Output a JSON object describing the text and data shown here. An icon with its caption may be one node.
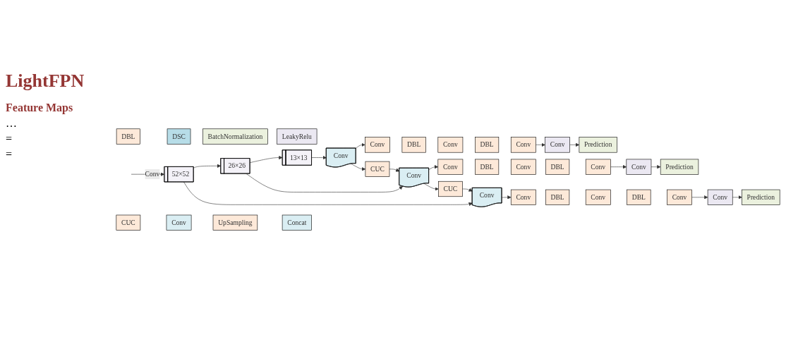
{
  "diagram": {
    "title": "LightFPN",
    "nodes": [
      {
        "text": [
          "52×52"
        ]
      },
      {
        "text": [
          "26×26"
        ]
      },
      {
        "text": [
          "13×13"
        ]
      },
      {
        "text": [
          "Conv"
        ]
      },
      {
        "text": [
          "Conv"
        ]
      },
      {
        "text": [
          "DBL"
        ]
      },
      {
        "text": [
          "Conv"
        ]
      },
      {
        "text": [
          "DBL"
        ]
      },
      {
        "text": [
          "Conv"
        ]
      },
      {
        "text": [
          "Conv"
        ]
      },
      {
        "text": [
          "Prediction"
        ]
      },
      {
        "text": [
          "CUC"
        ]
      },
      {
        "text": [
          "Conv"
        ]
      },
      {
        "text": [
          "Conv"
        ]
      },
      {
        "text": [
          "DBL"
        ]
      },
      {
        "text": [
          "Conv"
        ]
      },
      {
        "text": [
          "DBL"
        ]
      },
      {
        "text": [
          "Conv"
        ]
      },
      {
        "text": [
          "Conv"
        ]
      },
      {
        "text": [
          "Prediction"
        ]
      },
      {
        "text": [
          "CUC"
        ]
      },
      {
        "text": [
          "Conv"
        ]
      },
      {
        "text": [
          "Conv"
        ]
      },
      {
        "text": [
          "DBL"
        ]
      },
      {
        "text": [
          "Conv"
        ]
      },
      {
        "text": [
          "DBL"
        ]
      },
      {
        "text": [
          "Conv"
        ]
      },
      {
        "text": [
          "Conv"
        ]
      },
      {
        "text": [
          "Prediction"
        ]
      },
      {
        "text": [
          "DBL"
        ]
      },
      {
        "text": [
          "DSC"
        ]
      },
      {
        "text": [
          "BatchNormalization"
        ]
      },
      {
        "text": [
          "LeakyRelu"
        ]
      },
      {
        "text": [
          "CUC"
        ]
      },
      {
        "text": [
          "Conv"
        ]
      },
      {
        "text": [
          "UpSampling"
        ]
      },
      {
        "text": [
          "Concat"
        ]
      }
    ],
    "edges": [
      {
        "from": null,
        "to": 0,
        "arrow": "to",
        "label": "Conv"
      },
      {
        "from": 0,
        "to": 1,
        "arrow": "to"
      },
      {
        "from": 1,
        "to": 2,
        "arrow": "to"
      },
      {
        "from": 2,
        "to": 3,
        "arrow": "to"
      },
      {
        "from": 3,
        "to": 4,
        "arrow": "to"
      },
      {
        "from": 8,
        "to": 9,
        "arrow": "to"
      },
      {
        "from": 9,
        "to": 10,
        "arrow": "to"
      },
      {
        "from": 3,
        "to": 11,
        "arrow": "to"
      },
      {
        "from": 11,
        "to": 12,
        "arrow": "to"
      },
      {
        "from": 1,
        "to": 12,
        "arrow": "to"
      },
      {
        "from": 12,
        "to": 13,
        "arrow": "to"
      },
      {
        "from": 17,
        "to": 18,
        "arrow": "to"
      },
      {
        "from": 18,
        "to": 19,
        "arrow": "to"
      },
      {
        "from": 12,
        "to": 20,
        "arrow": "to"
      },
      {
        "from": 20,
        "to": 21,
        "arrow": "to"
      },
      {
        "from": 0,
        "to": 21,
        "arrow": "to"
      },
      {
        "from": 21,
        "to": 22,
        "arrow": "to"
      },
      {
        "from": 26,
        "to": 27,
        "arrow": "to"
      },
      {
        "from": 27,
        "to": 28,
        "arrow": "to"
      }
    ],
    "labels": [
      "Feature Maps",
      "…",
      "=",
      "="
    ]
  }
}
